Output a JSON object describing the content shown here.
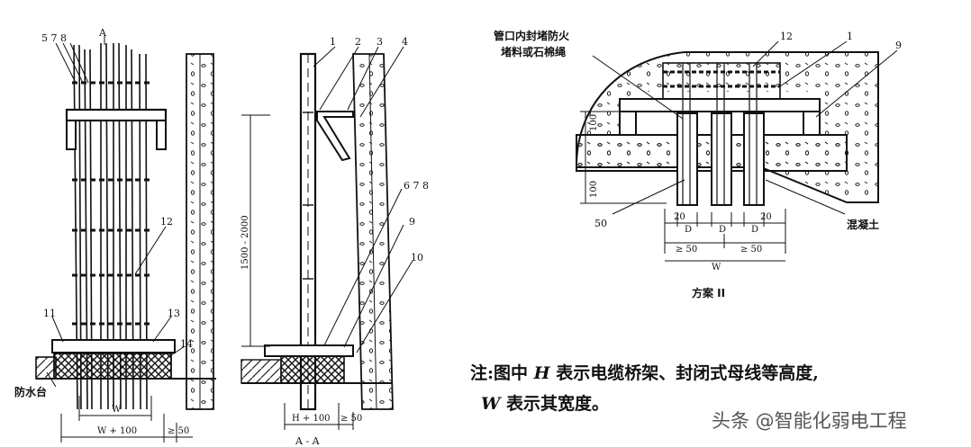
{
  "left_view": {
    "callouts": [
      "5 7 8",
      "A",
      "12",
      "11",
      "13",
      "14"
    ],
    "labels": {
      "waterproof_platform": "防水台"
    },
    "dims": {
      "w": "W",
      "w_plus": "W + 100",
      "ge50": "≥ 50"
    }
  },
  "section_view": {
    "callouts": [
      "1",
      "2",
      "3",
      "4",
      "6 7 8",
      "9",
      "10"
    ],
    "dims": {
      "height": "1500 - 2000",
      "h_plus": "H + 100",
      "ge50": "≥ 50"
    },
    "section_label": "A - A"
  },
  "plan_ii": {
    "fire_seal_label_1": "管口内封堵防火",
    "fire_seal_label_2": "堵料或石棉绳",
    "callouts": [
      "12",
      "1",
      "9",
      "50"
    ],
    "concrete": "混凝土",
    "dims": {
      "d100_top": "100",
      "d100_bottom": "100",
      "d20_left": "20",
      "d20_right": "20",
      "D1": "D",
      "D2": "D",
      "D3": "D",
      "ge50_left": "≥ 50",
      "ge50_right": "≥ 50",
      "w": "W"
    },
    "caption": "方案 II"
  },
  "note": {
    "prefix": "注:图中",
    "h_var": "H",
    "line1_rest": "表示电缆桥架、封闭式母线等高度,",
    "w_var": "W",
    "line2_rest": "表示其宽度。"
  },
  "watermark": "头条 @智能化弱电工程"
}
